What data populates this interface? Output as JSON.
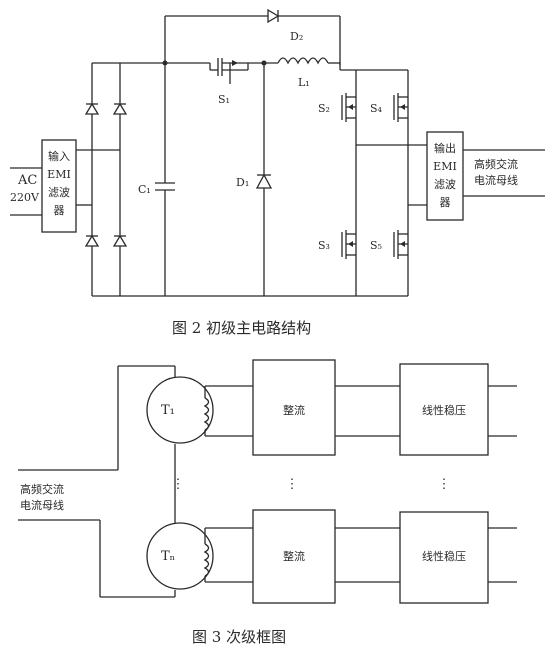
{
  "fig2": {
    "caption": "图 2   初级主电路结构",
    "ac_top": "AC",
    "ac_bottom": "220V",
    "input_filter": [
      "输入",
      "EMI",
      "滤波",
      "器"
    ],
    "output_filter": [
      "输出",
      "EMI",
      "滤波",
      "器"
    ],
    "hf_line": [
      "高频交流",
      "电流母线"
    ],
    "c1": "C₁",
    "d1": "D₁",
    "d2": "D₂",
    "l1": "L₁",
    "s1": "S₁",
    "s2": "S₂",
    "s3": "S₃",
    "s4": "S₄",
    "s5": "S₅"
  },
  "fig3": {
    "caption": "图 3   次级框图",
    "hf_line": [
      "高频交流",
      "电流母线"
    ],
    "t1": "T₁",
    "tn": "Tₙ",
    "rect1": "整流",
    "reg1": "线性稳压",
    "rect2": "整流",
    "reg2": "线性稳压",
    "ellipsis": "⋮"
  }
}
